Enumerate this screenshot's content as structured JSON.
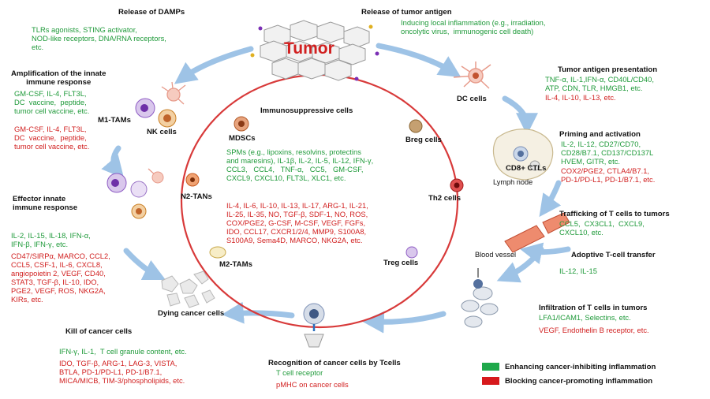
{
  "colors": {
    "enhancing": "#1fa84a",
    "blocking": "#d7191c",
    "arrow": "#9ec3e6",
    "ring": "#d83a3a"
  },
  "center": {
    "title": "Tumor",
    "immunosuppressive": "Immunosuppressive cells"
  },
  "cells": {
    "mdscs": "MDSCs",
    "breg": "Breg cells",
    "n2tans": "N2-TANs",
    "th2": "Th2 cells",
    "m2tams": "M2-TAMs",
    "treg": "Treg cells",
    "m1tams": "M1-TAMs",
    "nk": "NK cells",
    "dc": "DC cells",
    "cd8": "CD8+ CTLs",
    "lymph": "Lymph node",
    "vessel": "Blood vessel",
    "dying": "Dying cancer cells"
  },
  "center_green": "SPMs (e.g., lipoxins, resolvins, protectins\nand maresins), IL-1β, IL-2, IL-5, IL-12, IFN-γ,\nCCL3,   CCL4,   TNF-α,   CC5,   GM-CSF,\nCXCL9, CXCL10, FLT3L, XLC1, etc.",
  "center_red": "IL-4, IL-6, IL-10, IL-13, IL-17, ARG-1, IL-21,\nIL-25, IL-35, NO, TGF-β, SDF-1, NO, ROS,\nCOX/PGE2, G-CSF, M-CSF, VEGF, FGFs,\nIDO, CCL17, CXCR1/2/4, MMP9, S100A8,\nS100A9, Sema4D, MARCO, NKG2A, etc.",
  "steps": {
    "damps": {
      "title": "Release of DAMPs",
      "green": "TLRs agonists, STING activator,\nNOD-like receptors, DNA/RNA receptors,\netc."
    },
    "antigen": {
      "title": "Release of tumor antigen",
      "green": "Inducing local inflammation (e.g., irradiation,\noncolytic virus,  immunogenic cell death)"
    },
    "amplification": {
      "title": "Amplification of the innate\nimmune response",
      "green": "GM-CSF, IL-4, FLT3L,\nDC  vaccine,  peptide,\ntumor cell vaccine, etc.",
      "red": "GM-CSF, IL-4, FLT3L,\nDC  vaccine,  peptide,\ntumor cell vaccine, etc."
    },
    "presentation": {
      "title": "Tumor antigen presentation",
      "green": "TNF-α, IL-1,IFN-α, CD40L/CD40,\nATP, CDN, TLR, HMGB1, etc.",
      "red": "IL-4, IL-10, IL-13, etc."
    },
    "priming": {
      "title": "Priming and activation",
      "green": "IL-2, IL-12, CD27/CD70,\nCD28/B7.1, CD137/CD137L\nHVEM, GITR, etc.",
      "red": "COX2/PGE2, CTLA4/B7.1,\nPD-1/PD-L1, PD-1/B7.1, etc."
    },
    "effector": {
      "title": "Effector innate\nimmune response",
      "green": "IL-2, IL-15, IL-18, IFN-α,\nIFN-β, IFN-γ, etc.",
      "red": "CD47/SIRPα, MARCO, CCL2,\nCCL5, CSF-1, IL-6, CXCL8,\nangiopoietin 2, VEGF, CD40,\nSTAT3, TGF-β, IL-10, IDO,\nPGE2, VEGF, ROS, NKG2A,\nKIRs, etc."
    },
    "trafficking": {
      "title": "Trafficking of T cells to tumors",
      "green": "CCL5,  CX3CL1,  CXCL9,\nCXCL10, etc."
    },
    "adoptive": {
      "title": "Adoptive T-cell transfer",
      "green": "IL-12, IL-15"
    },
    "infiltration": {
      "title": "Infiltration of T cells in tumors",
      "green": "LFA1/ICAM1, Selectins, etc.",
      "red": "VEGF, Endothelin B receptor, etc."
    },
    "kill": {
      "title": "Kill of cancer cells",
      "green": "IFN-γ, IL-1,  T cell granule content, etc.",
      "red": "IDO, TGF-β, ARG-1, LAG-3, VISTA,\nBTLA, PD-1/PD-L1, PD-1/B7.1,\nMICA/MICB, TIM-3/phospholipids, etc."
    },
    "recognition": {
      "title": "Recognition of cancer cells by Tcells",
      "green": "T cell receptor",
      "red": "pMHC on cancer cells"
    }
  },
  "legend": {
    "enhancing": "Enhancing cancer-inhibiting inflammation",
    "blocking": "Blocking cancer-promoting inflammation"
  }
}
